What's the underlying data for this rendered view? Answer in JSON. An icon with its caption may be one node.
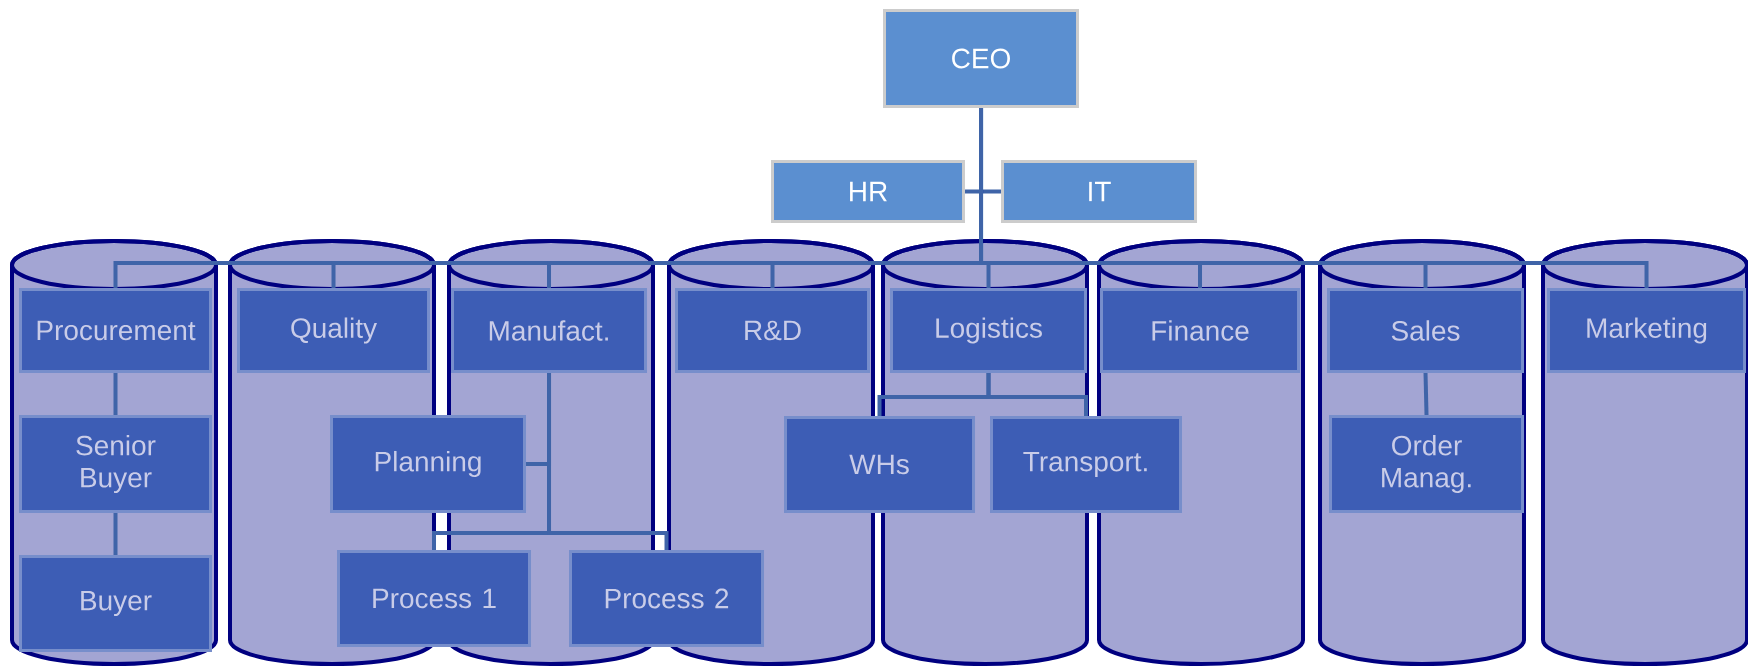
{
  "diagram": {
    "nodes": [
      {
        "text": [
          "CEO"
        ]
      },
      {
        "text": [
          "HR"
        ]
      },
      {
        "text": [
          "IT"
        ]
      },
      {
        "text": [
          "Procurement"
        ]
      },
      {
        "text": [
          "Quality"
        ]
      },
      {
        "text": [
          "Manufact."
        ]
      },
      {
        "text": [
          "R&D"
        ]
      },
      {
        "text": [
          "Logistics"
        ]
      },
      {
        "text": [
          "Finance"
        ]
      },
      {
        "text": [
          "Sales"
        ]
      },
      {
        "text": [
          "Marketing"
        ]
      },
      {
        "text": [
          "Senior Buyer"
        ]
      },
      {
        "text": [
          "Planning"
        ]
      },
      {
        "text": [
          "WHs"
        ]
      },
      {
        "text": [
          "Transport."
        ]
      },
      {
        "text": [
          "Order Manag."
        ]
      },
      {
        "text": [
          "Buyer"
        ]
      },
      {
        "text": [
          "Process 1"
        ]
      },
      {
        "text": [
          "Process 2"
        ]
      }
    ],
    "edges": [
      {
        "from": 0,
        "to": 1,
        "arrow": "none"
      },
      {
        "from": 0,
        "to": 2,
        "arrow": "none"
      },
      {
        "from": 0,
        "to": 3,
        "arrow": "none"
      },
      {
        "from": 0,
        "to": 4,
        "arrow": "none"
      },
      {
        "from": 0,
        "to": 5,
        "arrow": "none"
      },
      {
        "from": 0,
        "to": 6,
        "arrow": "none"
      },
      {
        "from": 0,
        "to": 7,
        "arrow": "none"
      },
      {
        "from": 0,
        "to": 8,
        "arrow": "none"
      },
      {
        "from": 0,
        "to": 9,
        "arrow": "none"
      },
      {
        "from": 0,
        "to": 10,
        "arrow": "none"
      },
      {
        "from": 3,
        "to": 11,
        "arrow": "none"
      },
      {
        "from": 11,
        "to": 16,
        "arrow": "none"
      },
      {
        "from": 5,
        "to": 12,
        "arrow": "none"
      },
      {
        "from": 5,
        "to": 17,
        "arrow": "none"
      },
      {
        "from": 5,
        "to": 18,
        "arrow": "none"
      },
      {
        "from": 7,
        "to": 13,
        "arrow": "none"
      },
      {
        "from": 7,
        "to": 14,
        "arrow": "none"
      },
      {
        "from": 9,
        "to": 15,
        "arrow": "none"
      }
    ]
  }
}
